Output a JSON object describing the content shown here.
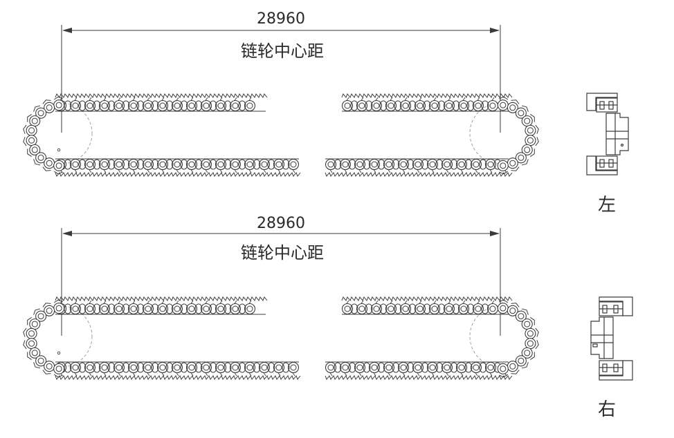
{
  "drawing": {
    "top_view": {
      "dimension_value": "28960",
      "dimension_caption": "链轮中心距"
    },
    "bottom_view": {
      "dimension_value": "28960",
      "dimension_caption": "链轮中心距"
    },
    "side_views": {
      "left_label": "左",
      "right_label": "右"
    }
  },
  "colors": {
    "line": "#3a3a3a",
    "background": "#ffffff"
  }
}
